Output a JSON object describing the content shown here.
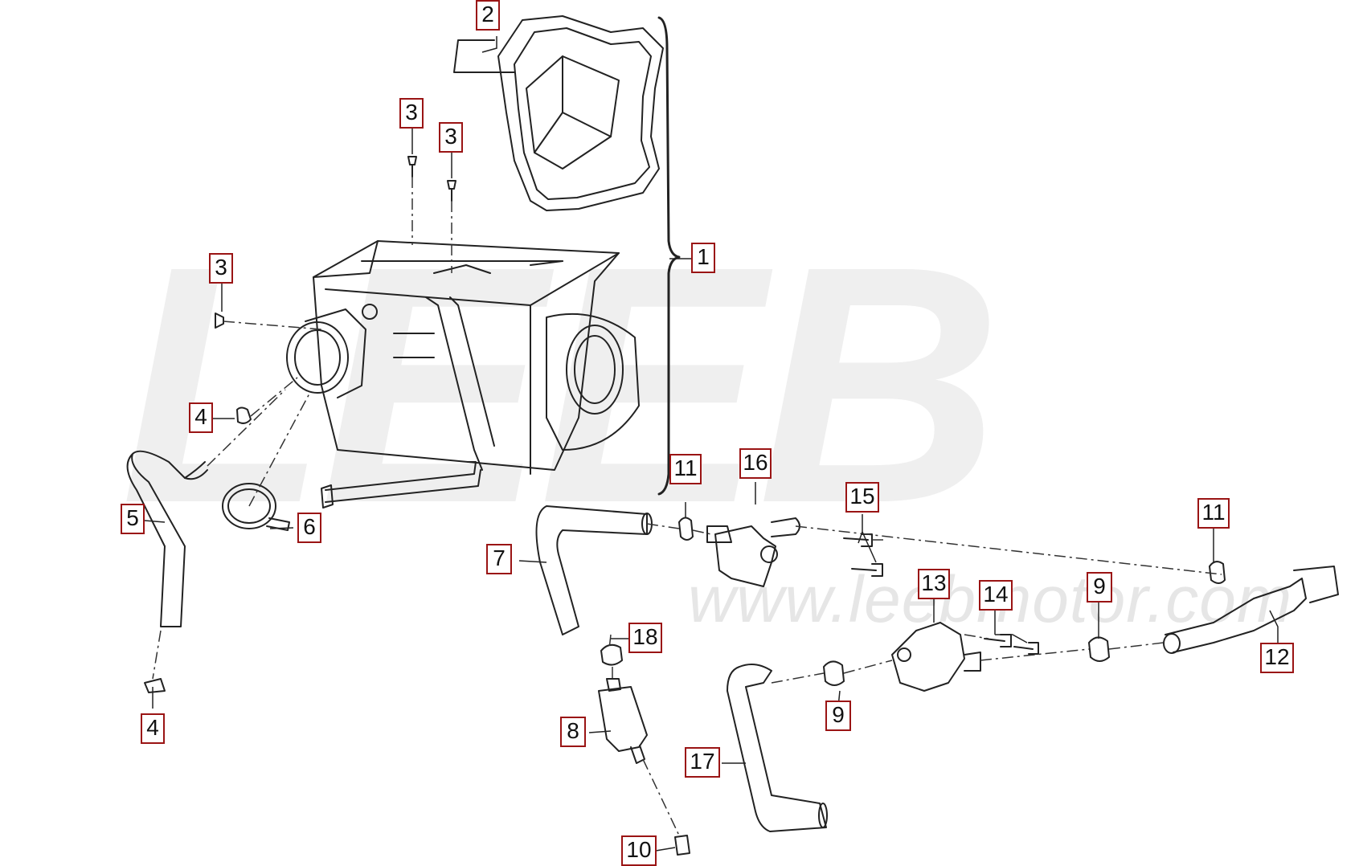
{
  "watermark": {
    "logo": "LEEB",
    "url": "www.leebmotor.com"
  },
  "callouts": [
    {
      "id": "c-2-top",
      "label": "2"
    },
    {
      "id": "c-3-a",
      "label": "3"
    },
    {
      "id": "c-3-b",
      "label": "3"
    },
    {
      "id": "c-3-c",
      "label": "3"
    },
    {
      "id": "c-1",
      "label": "1"
    },
    {
      "id": "c-4-a",
      "label": "4"
    },
    {
      "id": "c-5",
      "label": "5"
    },
    {
      "id": "c-6",
      "label": "6"
    },
    {
      "id": "c-4-b",
      "label": "4"
    },
    {
      "id": "c-11-a",
      "label": "11"
    },
    {
      "id": "c-16",
      "label": "16"
    },
    {
      "id": "c-15",
      "label": "15"
    },
    {
      "id": "c-11-b",
      "label": "11"
    },
    {
      "id": "c-7",
      "label": "7"
    },
    {
      "id": "c-13",
      "label": "13"
    },
    {
      "id": "c-14",
      "label": "14"
    },
    {
      "id": "c-9-a",
      "label": "9"
    },
    {
      "id": "c-18",
      "label": "18"
    },
    {
      "id": "c-12",
      "label": "12"
    },
    {
      "id": "c-9-b",
      "label": "9"
    },
    {
      "id": "c-8",
      "label": "8"
    },
    {
      "id": "c-17",
      "label": "17"
    },
    {
      "id": "c-10",
      "label": "10"
    }
  ]
}
